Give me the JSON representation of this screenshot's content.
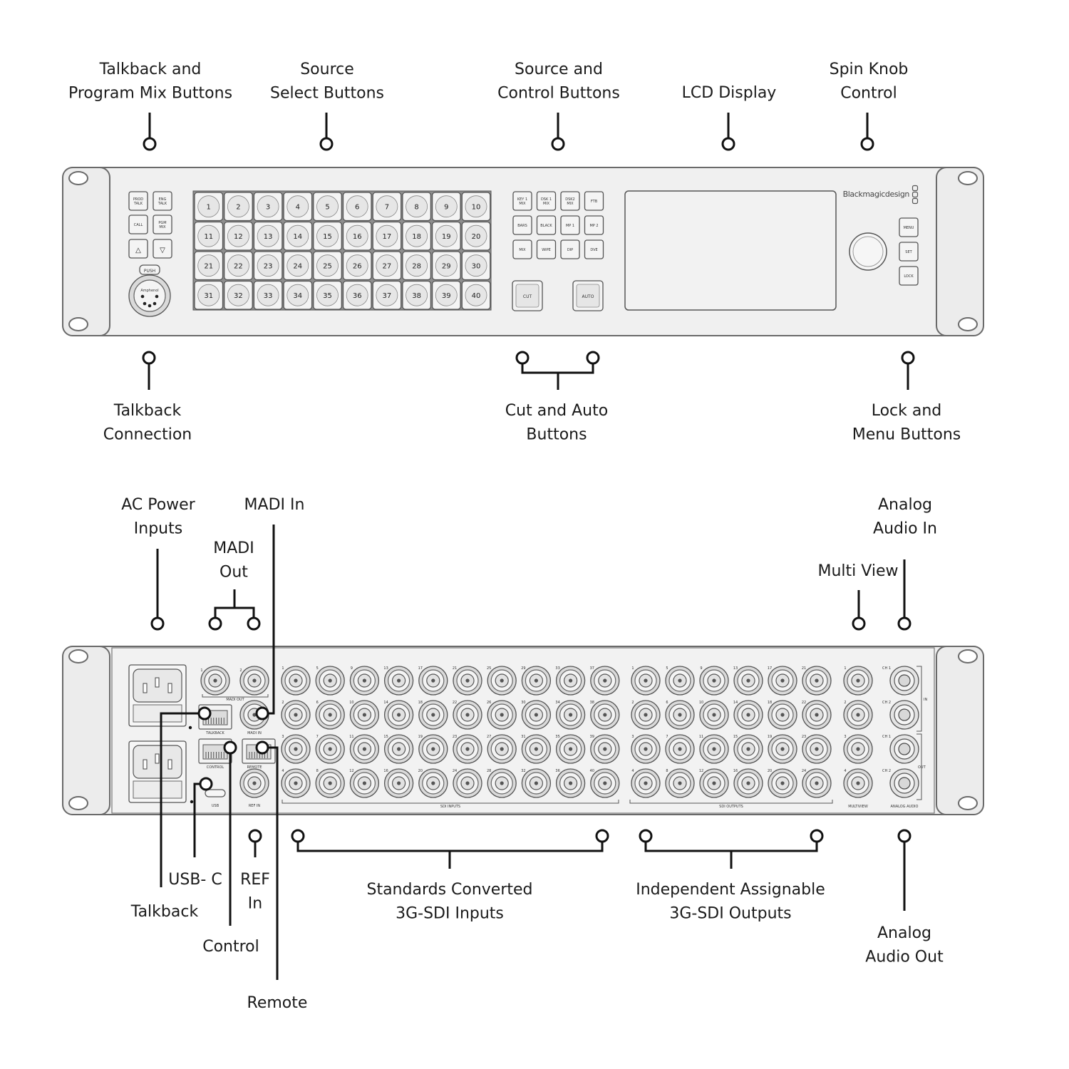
{
  "callouts": {
    "front_top": [
      {
        "key": "talkback-program-mix",
        "lines": [
          "Talkback and",
          "Program Mix Buttons"
        ]
      },
      {
        "key": "source-select",
        "lines": [
          "Source",
          "Select Buttons"
        ]
      },
      {
        "key": "source-control",
        "lines": [
          "Source and",
          "Control  Buttons"
        ]
      },
      {
        "key": "lcd-display",
        "lines": [
          "LCD Display"
        ]
      },
      {
        "key": "spin-knob",
        "lines": [
          "Spin Knob",
          "Control"
        ]
      }
    ],
    "front_bottom": [
      {
        "key": "talkback-connection",
        "lines": [
          "Talkback",
          "Connection"
        ]
      },
      {
        "key": "cut-auto",
        "lines": [
          "Cut and Auto",
          "Buttons"
        ]
      },
      {
        "key": "lock-menu",
        "lines": [
          "Lock and",
          "Menu Buttons"
        ]
      }
    ],
    "rear_top": [
      {
        "key": "ac-power",
        "lines": [
          "AC Power",
          "Inputs"
        ]
      },
      {
        "key": "madi-in",
        "lines": [
          "MADI In"
        ]
      },
      {
        "key": "madi-out",
        "lines": [
          "MADI",
          "Out"
        ]
      },
      {
        "key": "analog-audio-in",
        "lines": [
          "Analog",
          "Audio In"
        ]
      },
      {
        "key": "multi-view",
        "lines": [
          "Multi View"
        ]
      }
    ],
    "rear_bottom": [
      {
        "key": "usb-c",
        "lines": [
          "USB- C"
        ]
      },
      {
        "key": "talkback",
        "lines": [
          "Talkback"
        ]
      },
      {
        "key": "ref-in",
        "lines": [
          "REF",
          "In"
        ]
      },
      {
        "key": "control",
        "lines": [
          "Control"
        ]
      },
      {
        "key": "remote",
        "lines": [
          "Remote"
        ]
      },
      {
        "key": "sdi-inputs",
        "lines": [
          "Standards Converted",
          "3G-SDI Inputs"
        ]
      },
      {
        "key": "sdi-outputs",
        "lines": [
          "Independent Assignable",
          "3G-SDI Outputs"
        ]
      },
      {
        "key": "analog-audio-out",
        "lines": [
          "Analog",
          "Audio Out"
        ]
      }
    ]
  },
  "front_panel": {
    "brand": "Blackmagicdesign",
    "left_buttons": [
      [
        "PROD",
        "TALK"
      ],
      [
        "ENG",
        "TALK"
      ],
      [
        "CALL"
      ],
      [
        "PGM",
        "MIX"
      ]
    ],
    "arrow_up": "△",
    "arrow_down": "▽",
    "push_label": "PUSH",
    "xlr_label": "Amphenol",
    "source_buttons": [
      "1",
      "2",
      "3",
      "4",
      "5",
      "6",
      "7",
      "8",
      "9",
      "10",
      "11",
      "12",
      "13",
      "14",
      "15",
      "16",
      "17",
      "18",
      "19",
      "20",
      "21",
      "22",
      "23",
      "24",
      "25",
      "26",
      "27",
      "28",
      "29",
      "30",
      "31",
      "32",
      "33",
      "34",
      "35",
      "36",
      "37",
      "38",
      "39",
      "40"
    ],
    "control_buttons": [
      [
        "KEY 1",
        "MIX"
      ],
      [
        "DSK 1",
        "MIX"
      ],
      [
        "DSK2",
        "MIX"
      ],
      [
        "FTB"
      ],
      [
        "BARS"
      ],
      [
        "BLACK"
      ],
      [
        "MP 1"
      ],
      [
        "MP 2"
      ],
      [
        "MIX"
      ],
      [
        "WIPE"
      ],
      [
        "DIP"
      ],
      [
        "DVE"
      ]
    ],
    "cut_label": "CUT",
    "auto_label": "AUTO",
    "side_buttons": [
      "MENU",
      "SET",
      "LOCK"
    ]
  },
  "rear_panel": {
    "labels": {
      "madi_out": "MADI OUT",
      "talkback": "TALKBACK",
      "madi_in": "MADI IN",
      "control": "CONTROL",
      "remote": "REMOTE",
      "usb": "USB",
      "ref_in": "REF IN",
      "sdi_inputs": "SDI INPUTS",
      "sdi_outputs": "SDI OUTPUTS",
      "multiview": "MULTIVIEW",
      "analog_audio": "ANALOG AUDIO",
      "in": "IN",
      "out": "OUT"
    },
    "madi_numbers": [
      "1",
      "2"
    ],
    "sdi_in_numbers": [
      "1",
      "2",
      "3",
      "4",
      "5",
      "6",
      "7",
      "8",
      "9",
      "10",
      "11",
      "12",
      "13",
      "14",
      "15",
      "16",
      "17",
      "18",
      "19",
      "20",
      "21",
      "22",
      "23",
      "24",
      "25",
      "26",
      "27",
      "28",
      "29",
      "30",
      "31",
      "32",
      "33",
      "34",
      "35",
      "36",
      "37",
      "38",
      "39",
      "40"
    ],
    "sdi_out_numbers": [
      "1",
      "2",
      "3",
      "4",
      "5",
      "6",
      "7",
      "8",
      "9",
      "10",
      "11",
      "12",
      "13",
      "14",
      "15",
      "16",
      "17",
      "18",
      "19",
      "20",
      "21",
      "22",
      "23",
      "24"
    ],
    "multiview_numbers": [
      "1",
      "2",
      "3",
      "4"
    ],
    "audio_channels": [
      "CH 1",
      "CH 2",
      "CH 1",
      "CH 2"
    ]
  }
}
